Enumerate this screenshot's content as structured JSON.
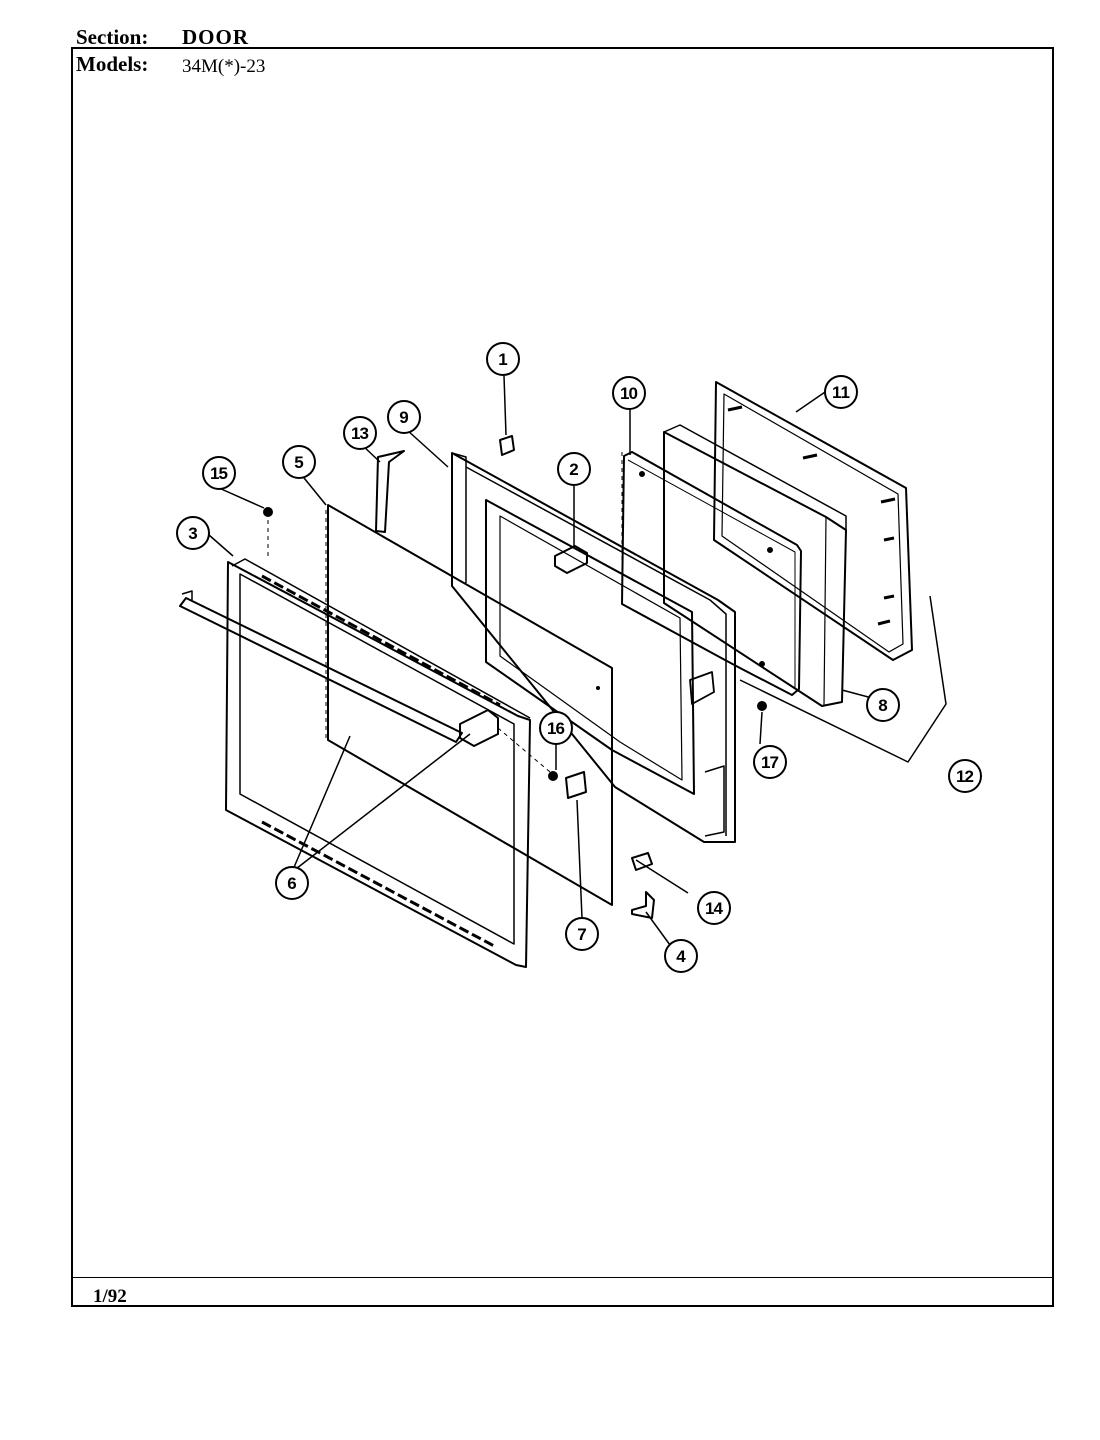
{
  "header": {
    "section_label": "Section:",
    "section_value": "DOOR",
    "models_label": "Models:",
    "models_value": "34M(*)-23"
  },
  "footer": {
    "date": "1/92"
  },
  "callouts": [
    "1",
    "2",
    "3",
    "4",
    "5",
    "6",
    "7",
    "8",
    "9",
    "10",
    "11",
    "12",
    "13",
    "14",
    "15",
    "16",
    "17"
  ]
}
